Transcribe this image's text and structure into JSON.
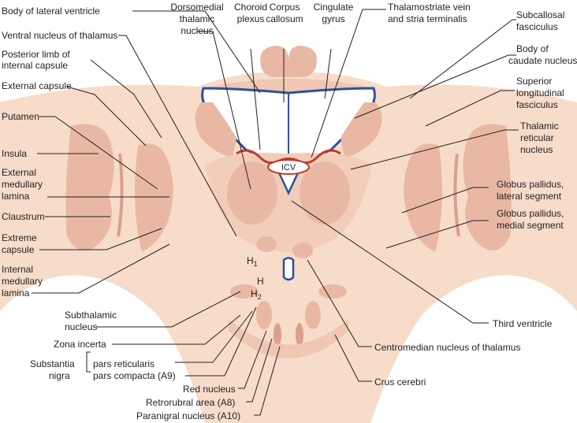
{
  "labels": {
    "body_lateral_ventricle": "Body of lateral ventricle",
    "ventral_nucleus_thalamus": "Ventral nucleus of thalamus",
    "posterior_limb_1": "Posterior limb of",
    "posterior_limb_2": "internal capsule",
    "external_capsule": "External capsule",
    "putamen": "Putamen",
    "insula": "Insula",
    "ext_medullary_1": "External",
    "ext_medullary_2": "medullary",
    "ext_medullary_3": "lamina",
    "claustrum": "Claustrum",
    "extreme_capsule_1": "Extreme",
    "extreme_capsule_2": "capsule",
    "int_medullary_1": "Internal",
    "int_medullary_2": "medullary",
    "int_medullary_3": "lamina",
    "subthalamic_1": "Subthalamic",
    "subthalamic_2": "nucleus",
    "zona_incerta": "Zona incerta",
    "substantia_1": "Substantia",
    "substantia_2": "nigra",
    "pars_reticularis": "pars reticularis",
    "pars_compacta": "pars compacta (A9)",
    "red_nucleus": "Red nucleus",
    "retrorubral": "Retrorubral area (A8)",
    "paranigral": "Paranigral nucleus (A10)",
    "dorsomedial_1": "Dorsomedial",
    "dorsomedial_2": "thalamic",
    "dorsomedial_3": "nucleus",
    "choroid_1": "Choroid",
    "choroid_2": "plexus",
    "corpus_1": "Corpus",
    "corpus_2": "callosum",
    "cingulate_1": "Cingulate",
    "cingulate_2": "gyrus",
    "thalamostriate_1": "Thalamostriate vein",
    "thalamostriate_2": "and stria terminalis",
    "subcallosal_1": "Subcallosal",
    "subcallosal_2": "fasciculus",
    "caudate_1": "Body of",
    "caudate_2": "caudate nucleus",
    "superior_long_1": "Superior",
    "superior_long_2": "longitudinal",
    "superior_long_3": "fasciculus",
    "thalamic_ret_1": "Thalamic",
    "thalamic_ret_2": "reticular",
    "thalamic_ret_3": "nucleus",
    "gp_lateral_1": "Globus pallidus,",
    "gp_lateral_2": "lateral segment",
    "gp_medial_1": "Globus pallidus,",
    "gp_medial_2": "medial segment",
    "third_ventricle": "Third ventricle",
    "centromedian": "Centromedian nucleus of thalamus",
    "crus_cerebri": "Crus cerebri",
    "icv": "ICV",
    "h1": "H",
    "h1_sub": "1",
    "h": "H",
    "h2": "H",
    "h2_sub": "2"
  },
  "colors": {
    "tissue": "#f7dcc9",
    "grey_matter": "#e9b8a5",
    "dark_grey": "#d9a08c",
    "ventricle_outline": "#2e4fa3",
    "vein": "#c0392b",
    "leader": "#231f20"
  }
}
